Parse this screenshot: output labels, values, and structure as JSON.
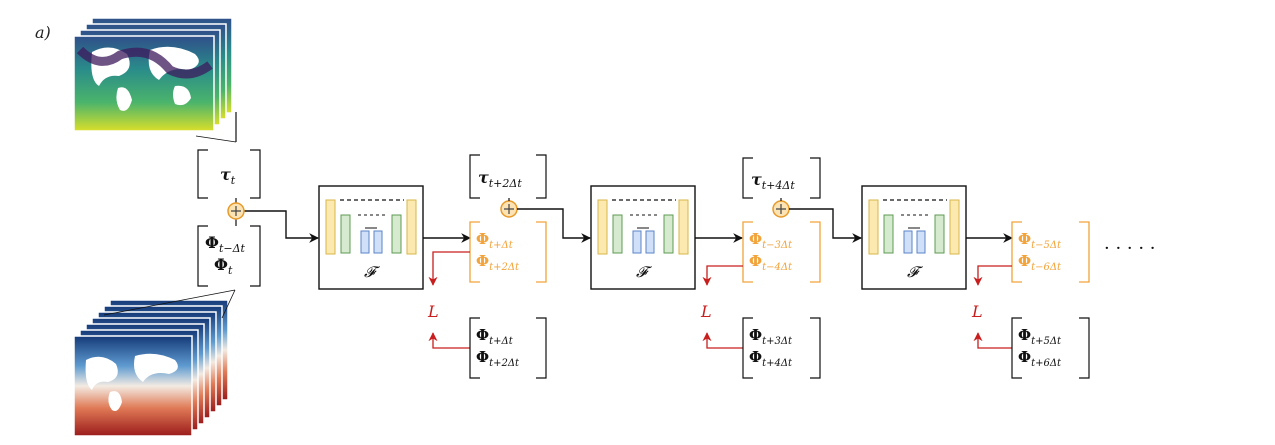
{
  "panel_label": "a)",
  "operator_label": "𝓕",
  "loss_label": "L",
  "ellipsis": "· · · · ·",
  "colors": {
    "black": "#111111",
    "orange": "#f2a33a",
    "red": "#c81e1e",
    "yellow_fill": "#fbe9b0",
    "yellow_stroke": "#d9b54a",
    "green_fill": "#d6ead0",
    "green_stroke": "#5d9b52",
    "blue_fill": "#cfe0f8",
    "blue_stroke": "#5b85c7"
  },
  "forcing_input": {
    "tau": "τ",
    "sub": "t"
  },
  "state_input": [
    {
      "phi": "Φ",
      "sub": "t−Δt"
    },
    {
      "phi": "Φ",
      "sub": "t"
    }
  ],
  "stages": [
    {
      "forcing": {
        "tau": "τ",
        "sub": "t+2Δt"
      },
      "prediction": [
        {
          "phi": "Φ",
          "sub": "t+Δt"
        },
        {
          "phi": "Φ",
          "sub": "t+2Δt"
        }
      ],
      "target": [
        {
          "phi": "Φ",
          "sub": "t+Δt"
        },
        {
          "phi": "Φ",
          "sub": "t+2Δt"
        }
      ]
    },
    {
      "forcing": {
        "tau": "τ",
        "sub": "t+4Δt"
      },
      "prediction": [
        {
          "phi": "Φ",
          "sub": "t−3Δt"
        },
        {
          "phi": "Φ",
          "sub": "t−4Δt"
        }
      ],
      "target": [
        {
          "phi": "Φ",
          "sub": "t+3Δt"
        },
        {
          "phi": "Φ",
          "sub": "t+4Δt"
        }
      ]
    },
    {
      "prediction": [
        {
          "phi": "Φ",
          "sub": "t−5Δt"
        },
        {
          "phi": "Φ",
          "sub": "t−6Δt"
        }
      ],
      "target": [
        {
          "phi": "Φ",
          "sub": "t+5Δt"
        },
        {
          "phi": "Φ",
          "sub": "t+6Δt"
        }
      ]
    }
  ]
}
